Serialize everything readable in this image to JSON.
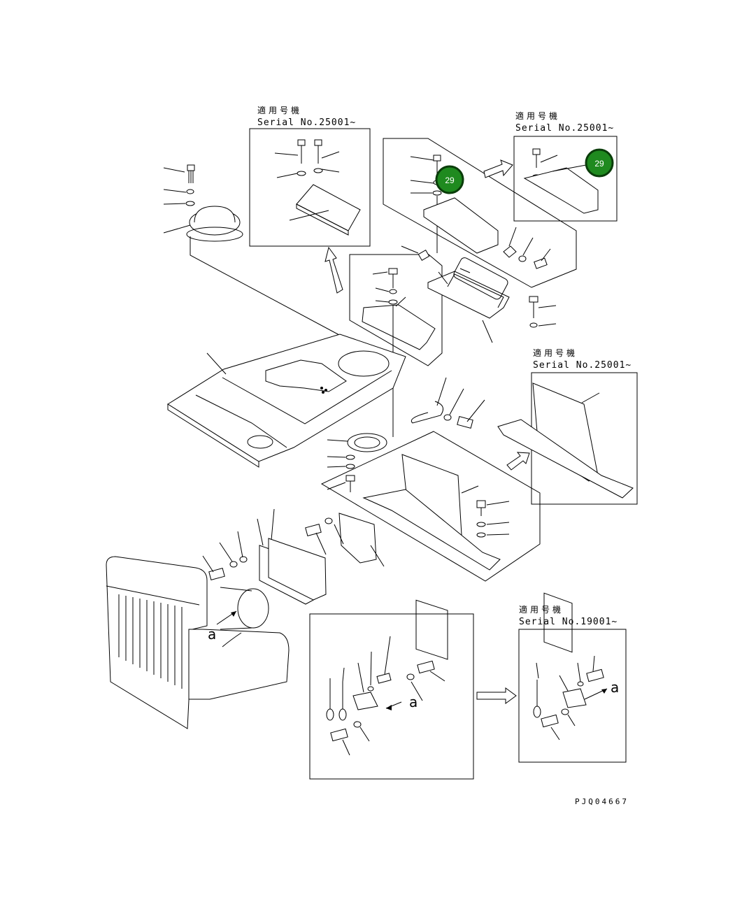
{
  "colors": {
    "badge": "#1f8a1f",
    "badge_ring": "#0a3d0a",
    "line": "#000000"
  },
  "serial_notes": [
    {
      "jp": "適用号機",
      "serial": "Serial No.25001~"
    },
    {
      "jp": "適用号機",
      "serial": "Serial No.25001~"
    },
    {
      "jp": "適用号機",
      "serial": "Serial No.25001~"
    },
    {
      "jp": "適用号機",
      "serial": "Serial No.19001~"
    }
  ],
  "callouts": {
    "badge_1": "29",
    "badge_2": "29"
  },
  "view_markers": {
    "a1": "a",
    "a2": "a",
    "a3": "a"
  },
  "drawing_code": "PJQ04667"
}
